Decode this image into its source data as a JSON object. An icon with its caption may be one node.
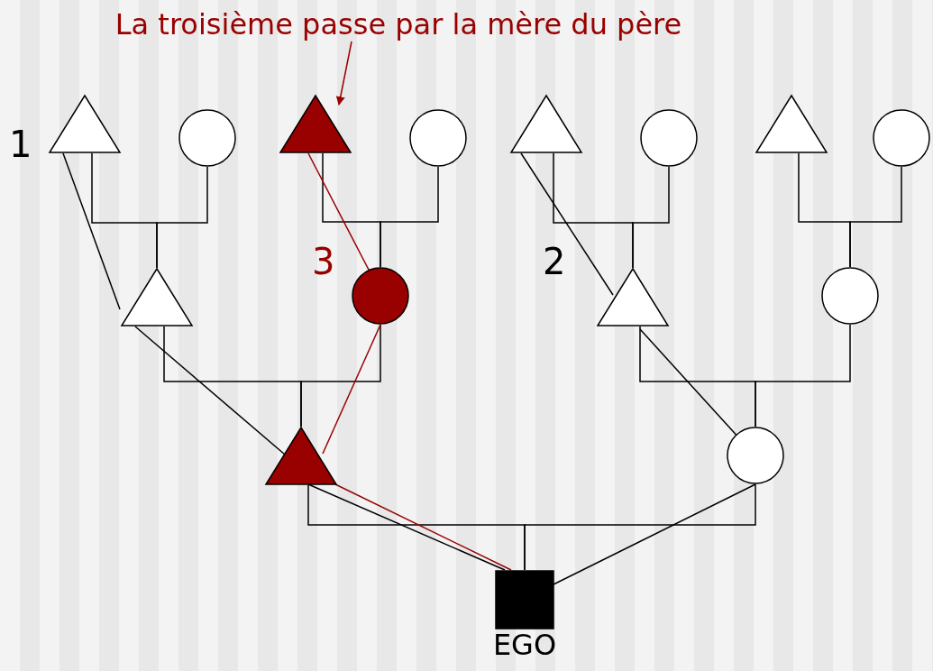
{
  "diagram": {
    "nodes": [
      {
        "text": [],
        "shape": "triangle"
      },
      {
        "text": [],
        "shape": "circle"
      },
      {
        "text": [],
        "shape": "triangle"
      },
      {
        "text": [],
        "shape": "circle"
      },
      {
        "text": [],
        "shape": "triangle"
      },
      {
        "text": [],
        "shape": "circle"
      },
      {
        "text": [],
        "shape": "triangle"
      },
      {
        "text": [],
        "shape": "circle"
      },
      {
        "text": [],
        "shape": "triangle"
      },
      {
        "text": [],
        "shape": "circle"
      },
      {
        "text": [],
        "shape": "triangle"
      },
      {
        "text": [],
        "shape": "circle"
      },
      {
        "text": [],
        "shape": "triangle"
      },
      {
        "text": [],
        "shape": "circle"
      },
      {
        "text": [
          "EGO"
        ]
      },
      {
        "text": [
          "La troisième passe par la mère du père"
        ]
      }
    ],
    "edges": [
      {
        "from": 0,
        "to": 8,
        "arrow": "none"
      },
      {
        "from": 1,
        "to": 8,
        "arrow": "none"
      },
      {
        "from": 2,
        "to": 9,
        "arrow": "none"
      },
      {
        "from": 3,
        "to": 9,
        "arrow": "none"
      },
      {
        "from": 4,
        "to": 10,
        "arrow": "none"
      },
      {
        "from": 5,
        "to": 10,
        "arrow": "none"
      },
      {
        "from": 6,
        "to": 11,
        "arrow": "none"
      },
      {
        "from": 7,
        "to": 11,
        "arrow": "none"
      },
      {
        "from": 8,
        "to": 12,
        "arrow": "none"
      },
      {
        "from": 9,
        "to": 12,
        "arrow": "none"
      },
      {
        "from": 10,
        "to": 13,
        "arrow": "none"
      },
      {
        "from": 11,
        "to": 13,
        "arrow": "none"
      },
      {
        "from": 12,
        "to": 14,
        "arrow": "none"
      },
      {
        "from": 13,
        "to": 14,
        "arrow": "none"
      },
      {
        "from": 0,
        "to": 8,
        "arrow": "none"
      },
      {
        "from": 8,
        "to": 12,
        "arrow": "none"
      },
      {
        "from": 12,
        "to": 14,
        "arrow": "none"
      },
      {
        "from": 4,
        "to": 10,
        "arrow": "none"
      },
      {
        "from": 10,
        "to": 13,
        "arrow": "none"
      },
      {
        "from": 13,
        "to": 14,
        "arrow": "none"
      },
      {
        "from": 2,
        "to": 9,
        "arrow": "none",
        "color": "#990000"
      },
      {
        "from": 9,
        "to": 12,
        "arrow": "none",
        "color": "#990000"
      },
      {
        "from": 12,
        "to": 14,
        "arrow": "none",
        "color": "#990000"
      },
      {
        "from": 15,
        "to": 2,
        "arrow": "to",
        "color": "#990000"
      }
    ],
    "labels": [
      "1",
      "3",
      "2"
    ]
  }
}
